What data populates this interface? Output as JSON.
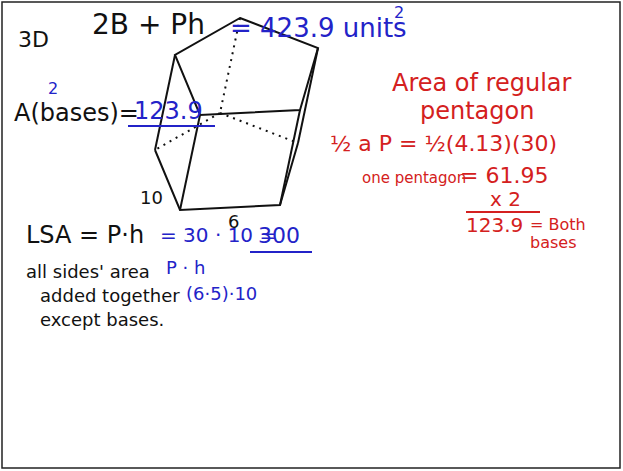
{
  "diagram": {
    "labels": [
      "3D",
      "2B + Ph",
      "= 423.9 units",
      "2",
      "A(bases)=",
      "2",
      "123.9",
      "10",
      "6",
      "LSA = P·h",
      "= 30 · 10 =",
      "300",
      "P · h",
      "all sides' area",
      "added together",
      "(6·5)·10",
      "except bases.",
      "Area of regular",
      "pentagon",
      "½ a P = ½(4.13)(30)",
      "one pentagon",
      "= 61.95",
      "x 2",
      "123.9",
      "= Both bases"
    ]
  }
}
